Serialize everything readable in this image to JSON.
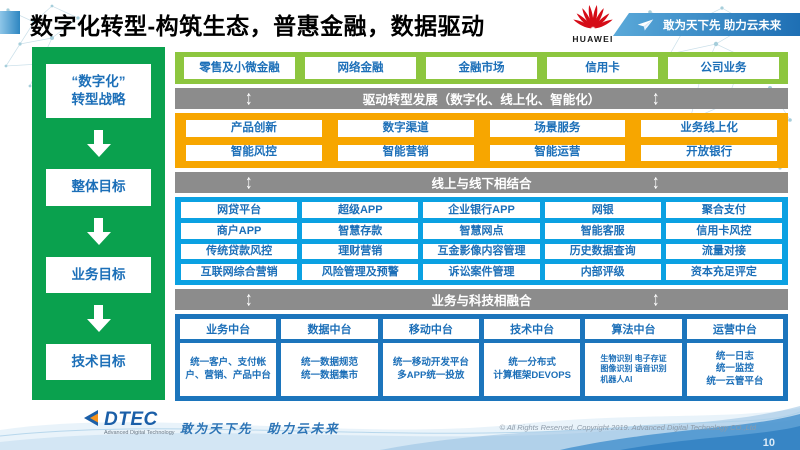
{
  "colors": {
    "sidebar_green": "#0aa14e",
    "band_light_green": "#8dc63f",
    "banner_gray": "#8c8c8c",
    "band_yellow": "#f7a600",
    "band_cyan": "#0ba1e2",
    "band_blue": "#1c75bc",
    "box_text_blue": "#1c6fb8",
    "huawei_red": "#d50c17",
    "ribbon_blue": "#1e6fb4"
  },
  "icons": {
    "updown_arrow": "↕"
  },
  "header": {
    "title": "数字化转型-构筑生态，普惠金融，数据驱动",
    "huawei_label": "HUAWEI",
    "ribbon_slogan": "敢为天下先 助力云未来"
  },
  "sidebar": {
    "items": [
      "“数字化”\n转型战略",
      "整体目标",
      "业务目标",
      "技术目标"
    ]
  },
  "main": {
    "business_lines": [
      "零售及小微金融",
      "网络金融",
      "金融市场",
      "信用卡",
      "公司业务"
    ],
    "banners": [
      "驱动转型发展（数字化、线上化、智能化）",
      "线上与线下相结合",
      "业务与科技相融合"
    ],
    "capabilities": [
      [
        "产品创新",
        "数字渠道",
        "场景服务",
        "业务线上化"
      ],
      [
        "智能风控",
        "智能营销",
        "智能运营",
        "开放银行"
      ]
    ],
    "services": [
      [
        "网贷平台",
        "超级APP",
        "企业银行APP",
        "网银",
        "聚合支付"
      ],
      [
        "商户APP",
        "智慧存款",
        "智慧网点",
        "智能客服",
        "信用卡风控"
      ],
      [
        "传统贷款风控",
        "理财营销",
        "互金影像内容管理",
        "历史数据查询",
        "流量对接"
      ],
      [
        "互联网综合营销",
        "风险管理及预警",
        "诉讼案件管理",
        "内部评级",
        "资本充足评定"
      ]
    ],
    "platforms": [
      {
        "title": "业务中台",
        "content": "统一客户、支付帐户、营销、产品中台"
      },
      {
        "title": "数据中台",
        "content": "统一数据规范\n统一数据集市"
      },
      {
        "title": "移动中台",
        "content": "统一移动开发平台\n多APP统一投放"
      },
      {
        "title": "技术中台",
        "content": "统一分布式\n计算框架DEVOPS"
      },
      {
        "title": "算法中台",
        "content": "生物识别 电子存证\n图像识别 语音识别\n机器人AI"
      },
      {
        "title": "运营中台",
        "content": "统一日志\n统一监控\n统一云管平台"
      }
    ]
  },
  "footer": {
    "logo_text": "DTEC",
    "logo_subtext": "Advanced Digital Technology",
    "slogan": "敢为天下先　助力云未来",
    "copyright": "© All Rights Reserved. Copyright 2019. Advanced Digital Technology CO.,Ltd",
    "page_number": "10"
  }
}
